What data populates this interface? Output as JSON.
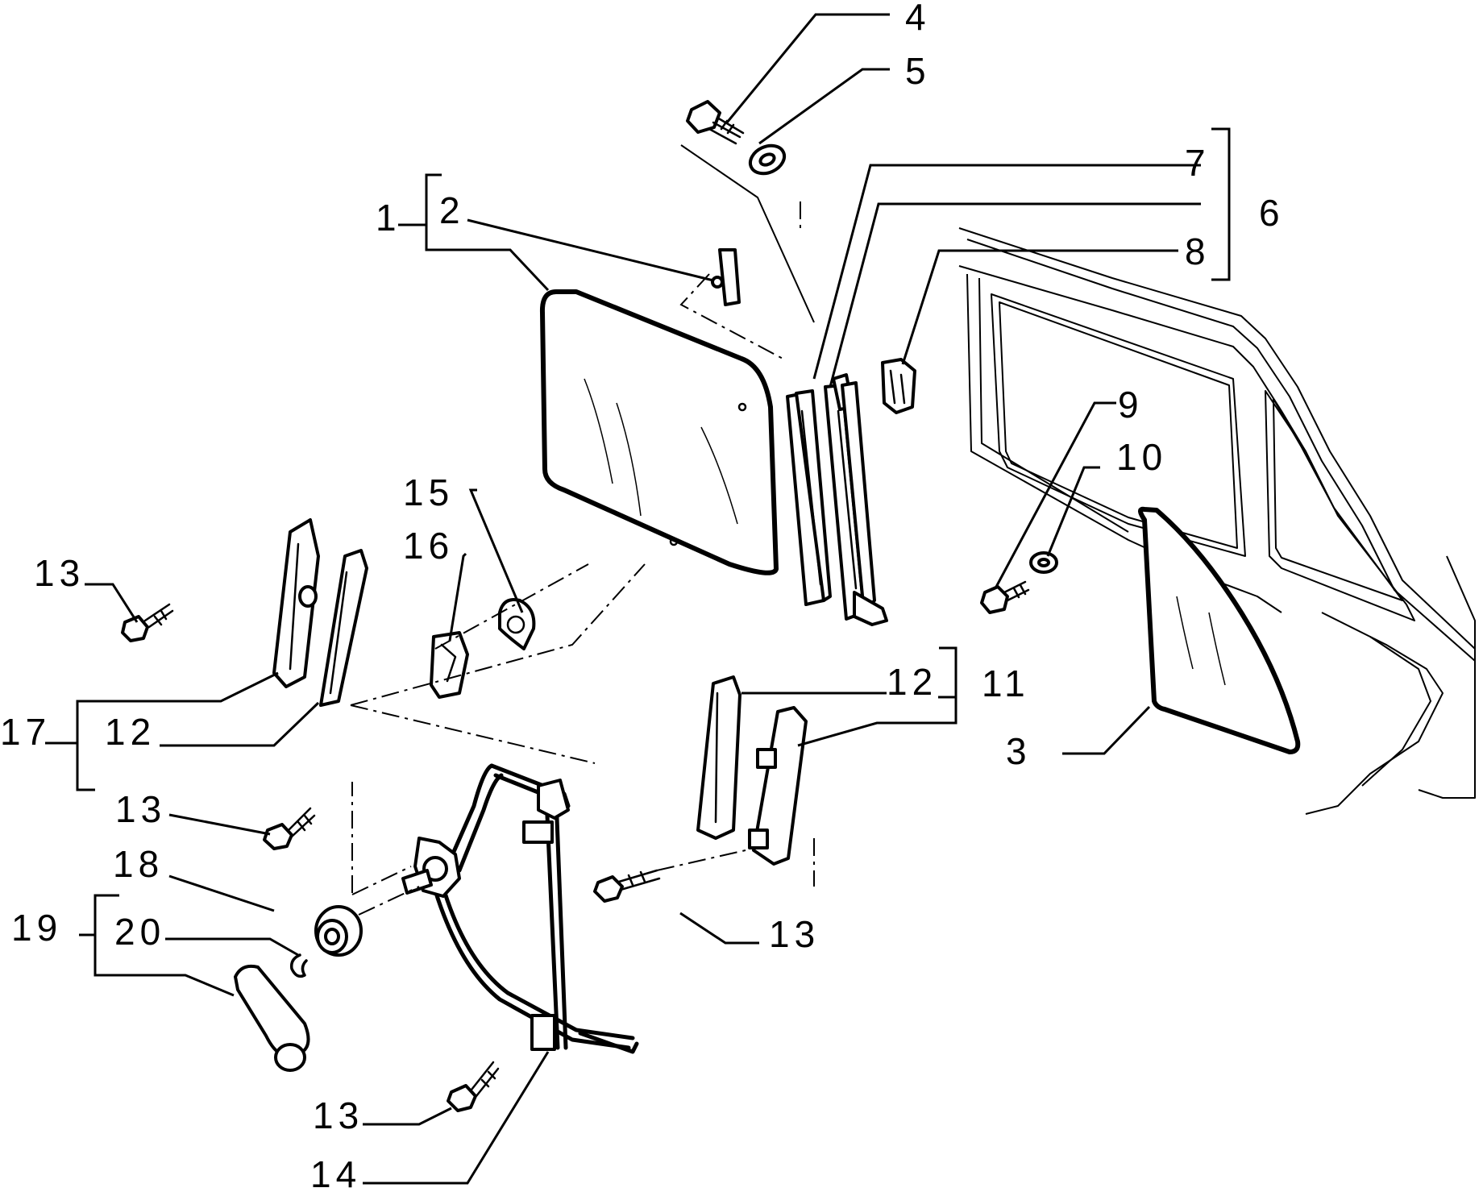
{
  "callouts": {
    "c1": "1",
    "c2": "2",
    "c3": "3",
    "c4": "4",
    "c5": "5",
    "c6": "6",
    "c7": "7",
    "c8": "8",
    "c9": "9",
    "c10": "10",
    "c11": "11",
    "c12a": "12",
    "c12b": "12",
    "c13a": "13",
    "c13b": "13",
    "c13c": "13",
    "c13d": "13",
    "c14": "14",
    "c15": "15",
    "c16": "16",
    "c17": "17",
    "c18": "18",
    "c19": "19",
    "c20": "20"
  }
}
